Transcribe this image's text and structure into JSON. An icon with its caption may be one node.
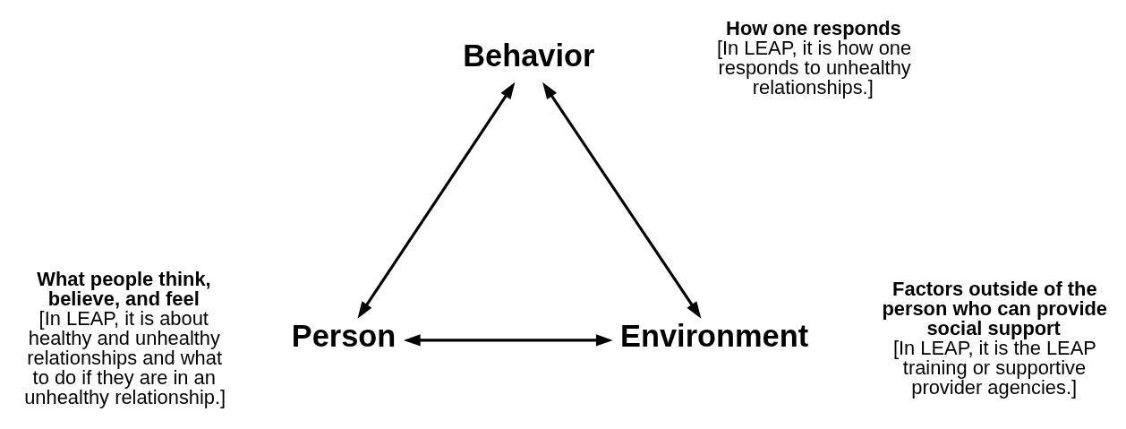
{
  "diagram": {
    "nodes": [
      {
        "text": [
          "Behavior"
        ],
        "beside": [
          "How one responds",
          "[In LEAP, it is how one responds to unhealthy relationships.]"
        ]
      },
      {
        "text": [
          "Person"
        ],
        "beside": [
          "What people think, believe, and feel",
          "[In LEAP, it is about healthy and unhealthy relationships and what to do if they are in an unhealthy relationship.]"
        ]
      },
      {
        "text": [
          "Environment"
        ],
        "beside": [
          "Factors outside of the person who can provide social support",
          "[In LEAP, it is the LEAP training or supportive provider agencies.]"
        ]
      }
    ],
    "edges": [
      {
        "from": 0,
        "to": 1,
        "arrow": "both"
      },
      {
        "from": 0,
        "to": 2,
        "arrow": "both"
      },
      {
        "from": 1,
        "to": 2,
        "arrow": "both"
      }
    ]
  }
}
